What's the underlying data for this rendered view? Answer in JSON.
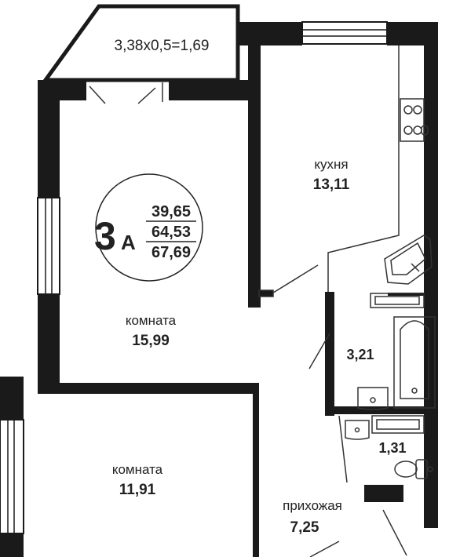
{
  "balcony": {
    "label": "3,38x0,5=1,69"
  },
  "apartment": {
    "code_number": "3",
    "code_letter": "А",
    "areas": [
      "39,65",
      "64,53",
      "67,69"
    ]
  },
  "rooms": {
    "kitchen": {
      "name": "кухня",
      "area": "13,11"
    },
    "room_main": {
      "name": "комната",
      "area": "15,99"
    },
    "room_small": {
      "name": "комната",
      "area": "11,91"
    },
    "bathroom": {
      "area": "3,21"
    },
    "wc": {
      "area": "1,31"
    },
    "hallway": {
      "name": "прихожая",
      "area": "7,25"
    }
  },
  "colors": {
    "wall": "#1a1a1a",
    "line": "#333333",
    "background": "#ffffff"
  }
}
